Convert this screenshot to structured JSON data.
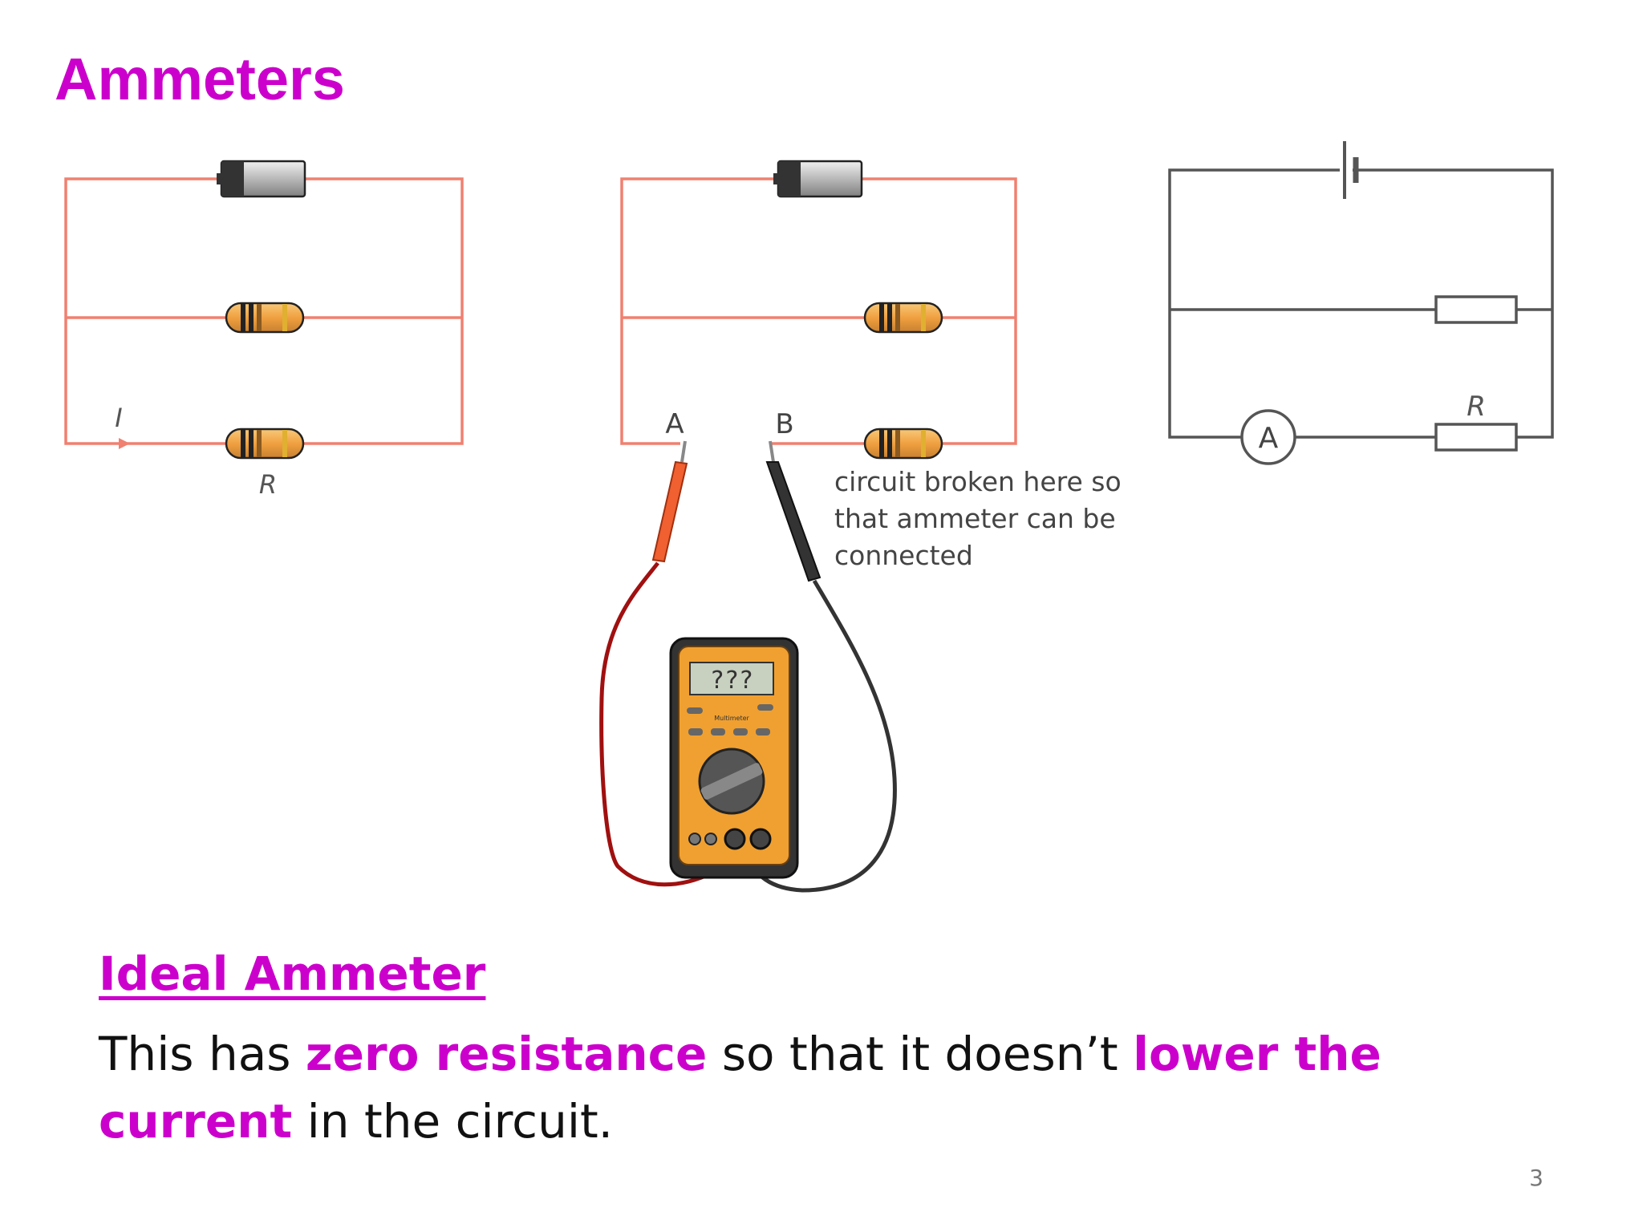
{
  "slide": {
    "title": "Ammeters",
    "page_number": "3"
  },
  "diagram_left": {
    "current_label": "I",
    "resistor_label": "R"
  },
  "diagram_middle": {
    "point_a_label": "A",
    "point_b_label": "B",
    "annotation_lines": [
      "circuit broken here so",
      "that ammeter can be",
      "connected"
    ],
    "meter_display": "???",
    "meter_brand": "Multimeter"
  },
  "diagram_right": {
    "ammeter_symbol": "A",
    "resistor_label": "R"
  },
  "ideal": {
    "heading": "Ideal Ammeter",
    "text_part1": "This has ",
    "highlight1": "zero resistance",
    "text_part2": " so that it doesn’t ",
    "highlight2": "lower the current",
    "text_part3": " in the circuit."
  },
  "colors": {
    "title": "#cc00cc",
    "wire_photo": "#f08070",
    "wire_schematic": "#555555",
    "meter_body": "#f0a030"
  }
}
